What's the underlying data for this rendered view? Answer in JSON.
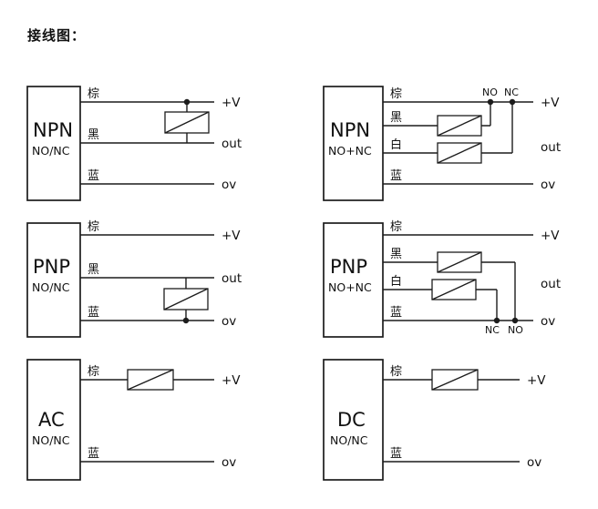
{
  "page_title": "接线图：",
  "diagrams": {
    "npn_no_nc": {
      "device": "NPN",
      "mode": "NO/NC",
      "wire_brown": "棕",
      "wire_black": "黑",
      "wire_blue": "蓝",
      "terminal_v": "+V",
      "terminal_out": "out",
      "terminal_ov": "ov"
    },
    "npn_no_plus_nc": {
      "device": "NPN",
      "mode": "NO+NC",
      "wire_brown": "棕",
      "wire_black": "黑",
      "wire_white": "白",
      "wire_blue": "蓝",
      "contact_no": "NO",
      "contact_nc": "NC",
      "terminal_v": "+V",
      "terminal_out": "out",
      "terminal_ov": "ov"
    },
    "pnp_no_nc": {
      "device": "PNP",
      "mode": "NO/NC",
      "wire_brown": "棕",
      "wire_black": "黑",
      "wire_blue": "蓝",
      "terminal_v": "+V",
      "terminal_out": "out",
      "terminal_ov": "ov"
    },
    "pnp_no_plus_nc": {
      "device": "PNP",
      "mode": "NO+NC",
      "wire_brown": "棕",
      "wire_black": "黑",
      "wire_white": "白",
      "wire_blue": "蓝",
      "contact_nc": "NC",
      "contact_no": "NO",
      "terminal_v": "+V",
      "terminal_out": "out",
      "terminal_ov": "ov"
    },
    "ac_no_nc": {
      "device": "AC",
      "mode": "NO/NC",
      "wire_brown": "棕",
      "wire_blue": "蓝",
      "terminal_v": "+V",
      "terminal_ov": "ov"
    },
    "dc_no_nc": {
      "device": "DC",
      "mode": "NO/NC",
      "wire_brown": "棕",
      "wire_blue": "蓝",
      "terminal_v": "+V",
      "terminal_ov": "ov"
    }
  }
}
